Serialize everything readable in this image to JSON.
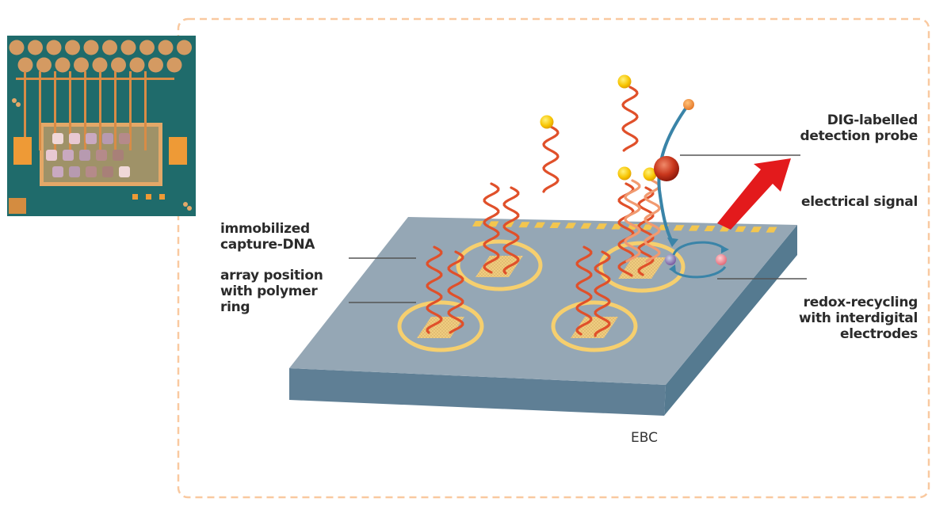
{
  "figure": {
    "caption": "EBC",
    "inset_photo": {
      "description": "microchip-photo"
    },
    "labels": {
      "immobilized_capture_dna": "immobilized\ncapture-DNA",
      "array_position": "array position\nwith polymer\nring",
      "dig_probe": "DIG-labelled\ndetection probe",
      "electrical_signal": "electrical signal",
      "redox_recycling": "redox-recycling\nwith interdigital\nelectrodes"
    },
    "colors": {
      "chip_top": "#95a7b5",
      "chip_front": "#5f7f95",
      "chip_side": "#557a90",
      "polymer_ring": "#f6cf6e",
      "dna_strand": "#e0502a",
      "label_bead": "#f8c400",
      "signal_arrow": "#e31a1c",
      "dashed_border": "#f9c9a0",
      "redox_cycle": "#3a84a8",
      "inset_bg": "#1f6b6b",
      "inset_pad": "#d89a5e"
    }
  }
}
